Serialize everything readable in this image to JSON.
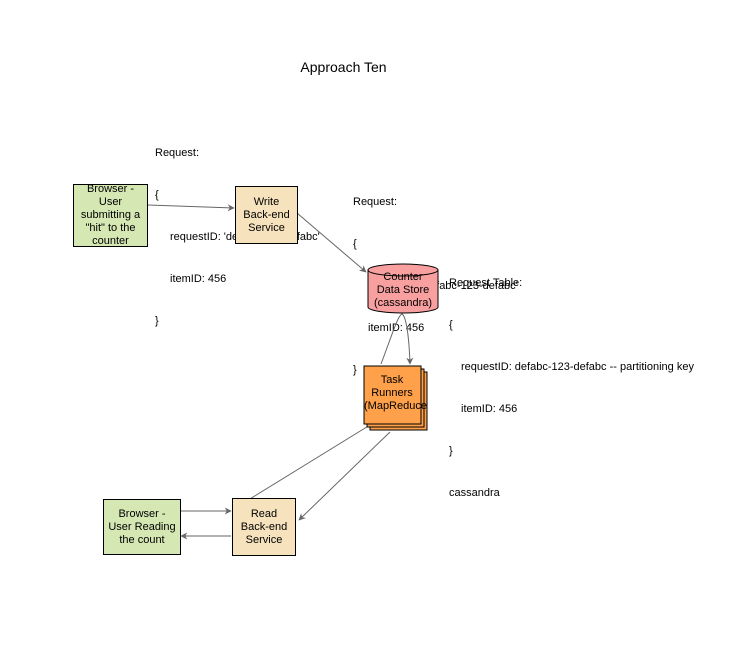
{
  "title": "Approach Ten",
  "nodes": {
    "browser_write": "Browser -\nUser\nsubmitting a\n\"hit\" to the\ncounter",
    "write_service": "Write\nBack-end\nService",
    "data_store": [
      "Counter",
      "Data Store",
      "(cassandra)"
    ],
    "task_runners": [
      "Task",
      "Runners",
      "(MapReduce"
    ],
    "browser_read": "Browser -\nUser Reading\nthe count",
    "read_service": "Read\nBack-end\nService"
  },
  "notes": {
    "request1": {
      "label": "Request:",
      "open": "{",
      "line1": "requestID: 'defabc-123-defabc'",
      "line2": "itemID: 456",
      "close": "}"
    },
    "request2": {
      "label": "Request:",
      "open": "{",
      "line1": "requestID: 'defabc-123-defabc'",
      "line2": "itemID: 456",
      "close": "}"
    },
    "request_table": {
      "label": "Request Table:",
      "open": "{",
      "line1": "requestID: defabc-123-defabc -- partitioning key",
      "line2": "itemID: 456",
      "close": "}",
      "footer": "cassandra"
    }
  },
  "colors": {
    "green": "#d5e8b4",
    "tan": "#f6e3bd",
    "store": "#f8a0a0",
    "task": "#ffa04a",
    "line": "#666666"
  }
}
